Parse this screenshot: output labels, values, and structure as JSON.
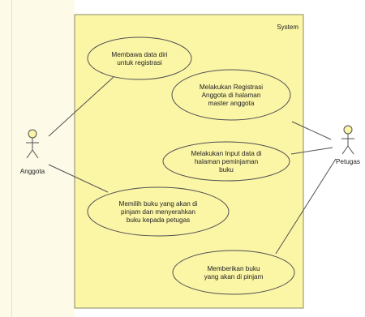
{
  "colors": {
    "background": "#ffffff",
    "left_panel": "#fdfbe8",
    "system_fill": "#fbf5a6",
    "system_border": "#8a8a6a",
    "usecase_fill": "#fbf5a6",
    "line": "#505050",
    "text": "#222222"
  },
  "system": {
    "label": "System"
  },
  "actors": [
    {
      "id": "anggota",
      "name": "Anggota"
    },
    {
      "id": "petugas",
      "name": "Petugas"
    }
  ],
  "use_cases": [
    {
      "id": "uc1",
      "lines": [
        "Membawa data diri",
        "untuk registrasi"
      ]
    },
    {
      "id": "uc2",
      "lines": [
        "Melakukan Registrasi",
        "Anggota di halaman",
        "master anggota"
      ]
    },
    {
      "id": "uc3",
      "lines": [
        "Melakukan Input data di",
        "halaman peminjaman",
        "buku"
      ]
    },
    {
      "id": "uc4",
      "lines": [
        "Memilih buku yang akan di",
        "pinjam dan menyerahkan",
        "buku kepada petugas"
      ]
    },
    {
      "id": "uc5",
      "lines": [
        "Memberikan buku",
        "yang akan di pinjam"
      ]
    }
  ],
  "associations": [
    {
      "actor": "anggota",
      "use_case": "uc1"
    },
    {
      "actor": "anggota",
      "use_case": "uc4"
    },
    {
      "actor": "petugas",
      "use_case": "uc2"
    },
    {
      "actor": "petugas",
      "use_case": "uc3"
    },
    {
      "actor": "petugas",
      "use_case": "uc5"
    }
  ]
}
